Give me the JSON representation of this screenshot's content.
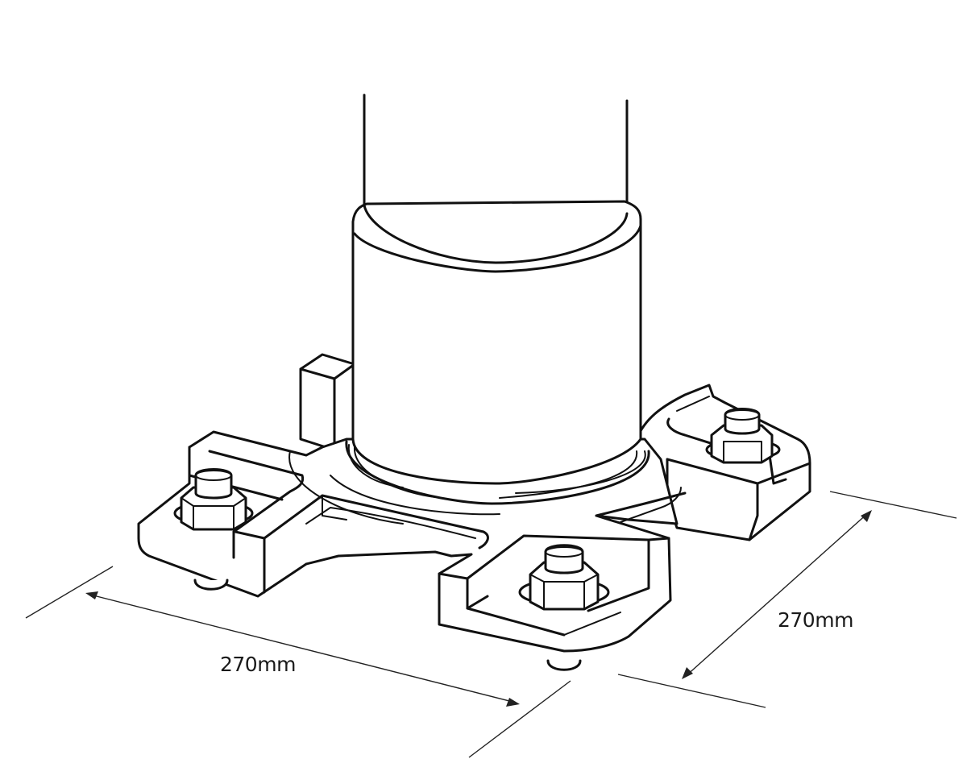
{
  "figure": {
    "subject": "Bollard post on four-arm base plate with anchor bolts",
    "line_color": "#111111",
    "background": "#ffffff"
  },
  "dimensions": {
    "width_label": "270mm",
    "depth_label": "270mm"
  },
  "parts": {
    "post": "post",
    "collar": "collar",
    "base_plate": "base-plate",
    "bolts": [
      "front-left-bolt",
      "front-bolt",
      "back-right-bolt"
    ],
    "lug": "back-left-lug"
  }
}
